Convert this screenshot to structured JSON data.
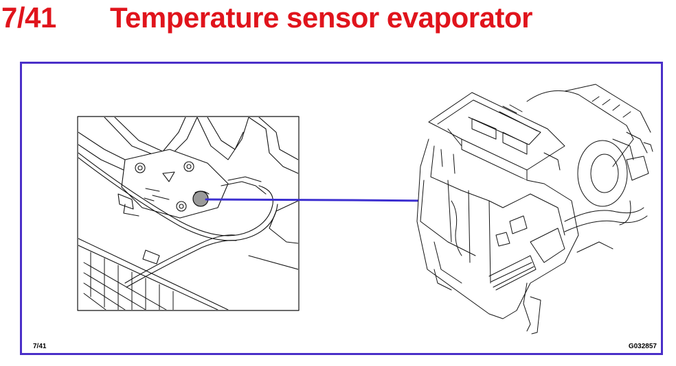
{
  "header": {
    "page_number": "7/41",
    "title": "Temperature sensor evaporator"
  },
  "figure": {
    "footer_page": "7/41",
    "figure_code": "G032857",
    "parts": [
      {
        "icon": "sensor-detail-inset"
      },
      {
        "icon": "hvac-housing-unit"
      },
      {
        "icon": "sensor-highlight"
      }
    ]
  },
  "colors": {
    "title": "#e0141c",
    "frame": "#4a2fc8",
    "leader_line": "#3c2fd0",
    "sensor_fill": "#9a9a9a"
  }
}
